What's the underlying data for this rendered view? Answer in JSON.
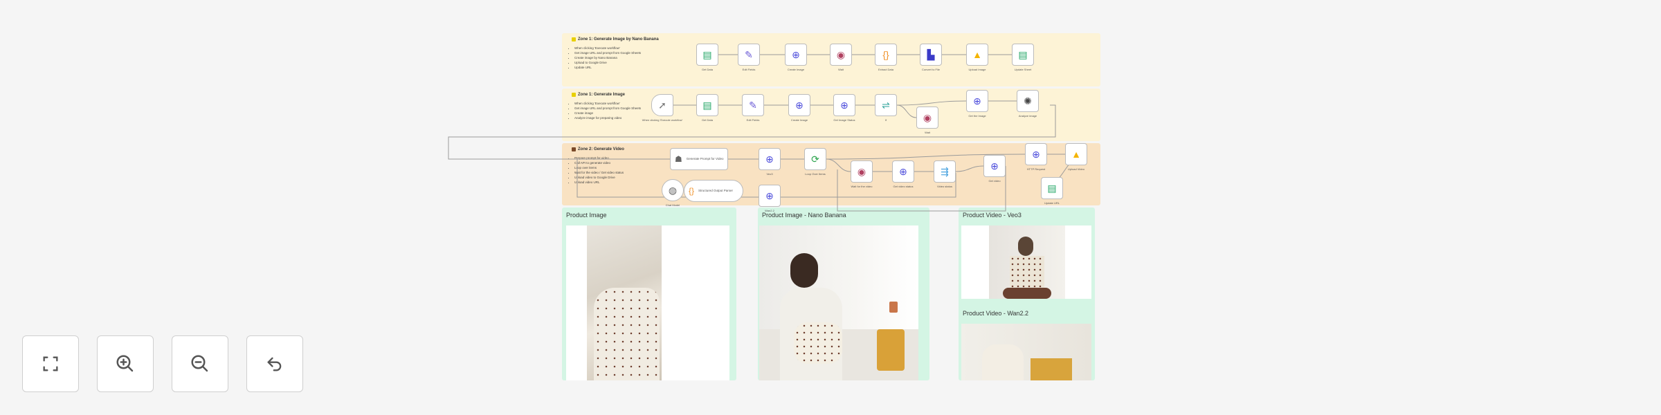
{
  "canvas": {
    "stickies": [
      {
        "title": "Zone 1: Generate Image by Nano Banana",
        "color": "#fdf3d6",
        "items": [
          "When clicking 'Execute workflow'",
          "Get image URL and prompt from Google Sheets",
          "Create image by Nano Banana",
          "Upload to Google Drive",
          "Update URL"
        ]
      },
      {
        "title": "Zone 1: Generate Image",
        "color": "#fdf3d6",
        "items": [
          "When clicking 'Execute workflow'",
          "Get image URL and prompt from Google Sheets",
          "Create image",
          "Analyze image for preparing video"
        ]
      },
      {
        "title": "Zone 2: Generate Video",
        "color": "#f9e2c2",
        "items": [
          "Prepare prompt for video",
          "Call API to generate video",
          "Loop over items",
          "Wait for the video / Get video status",
          "Upload video to Google Drive",
          "Upload video URL"
        ]
      }
    ],
    "result_panels": [
      {
        "title": "Product Image"
      },
      {
        "title": "Product Image - Nano Banana"
      },
      {
        "title": "Product Video - Veo3"
      },
      {
        "title": "Product Video - Wan2.2"
      }
    ],
    "nodes": [
      {
        "label": "Get Data",
        "icon": "sheets-icon"
      },
      {
        "label": "Edit Fields",
        "icon": "pencil-icon"
      },
      {
        "label": "Create Image",
        "icon": "http-icon"
      },
      {
        "label": "Wait",
        "icon": "wait-icon"
      },
      {
        "label": "Extract Data",
        "icon": "code-icon"
      },
      {
        "label": "Convert to File",
        "icon": "file-icon"
      },
      {
        "label": "Upload Image",
        "icon": "drive-icon"
      },
      {
        "label": "Update Sheet",
        "icon": "sheets-icon"
      },
      {
        "label": "When clicking 'Execute workflow'",
        "icon": "cursor-icon"
      },
      {
        "label": "Get Data",
        "icon": "sheets-icon"
      },
      {
        "label": "Edit Fields",
        "icon": "pencil-icon"
      },
      {
        "label": "Create Image",
        "icon": "http-icon"
      },
      {
        "label": "Get Image Status",
        "icon": "http-icon"
      },
      {
        "label": "If",
        "icon": "if-icon"
      },
      {
        "label": "Wait",
        "icon": "wait-icon"
      },
      {
        "label": "Get the Image",
        "icon": "http-icon"
      },
      {
        "label": "Analyze image",
        "icon": "openai-icon"
      },
      {
        "label": "Generate Prompt for Video",
        "icon": "agent-icon"
      },
      {
        "label": "Veo3",
        "icon": "http-icon"
      },
      {
        "label": "Loop Over Items",
        "icon": "loop-icon"
      },
      {
        "label": "Wait for the video",
        "icon": "wait-icon"
      },
      {
        "label": "Get video status",
        "icon": "http-icon"
      },
      {
        "label": "Video status",
        "icon": "switch-icon"
      },
      {
        "label": "Get video",
        "icon": "http-icon"
      },
      {
        "label": "HTTP Request",
        "icon": "http-icon"
      },
      {
        "label": "Upload Video",
        "icon": "drive-icon"
      },
      {
        "label": "Update URL",
        "icon": "sheets-icon"
      },
      {
        "label": "Chat Model",
        "icon": "model-icon"
      },
      {
        "label": "Structured Output Parser",
        "icon": "code-icon"
      },
      {
        "label": "Wan2.2",
        "icon": "http-icon"
      }
    ]
  },
  "controls": [
    {
      "name": "fit-view-button",
      "icon": "fullscreen-icon"
    },
    {
      "name": "zoom-in-button",
      "icon": "zoom-in-icon"
    },
    {
      "name": "zoom-out-button",
      "icon": "zoom-out-icon"
    },
    {
      "name": "undo-button",
      "icon": "undo-icon"
    }
  ],
  "colors": {
    "sticky_yellow": "#fdf3d6",
    "sticky_orange": "#f9e2c2",
    "sticky_green": "#d4f5e4",
    "sheets": "#1fa463",
    "http": "#4b4bdb",
    "wait": "#b04060"
  }
}
